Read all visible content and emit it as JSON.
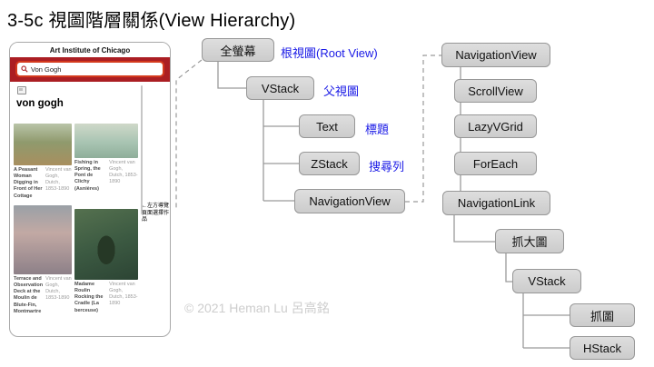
{
  "slide": {
    "title": "3-5c 視圖階層關係(View Hierarchy)",
    "watermark": "© 2021 Heman Lu 呂高銘"
  },
  "phone": {
    "app_title": "Art Institute of Chicago",
    "search": {
      "value": "Von Gogh",
      "icon": "magnifier-icon"
    },
    "heading": "von gogh",
    "annotation": "←左方導覽頁面選擇作品",
    "artworks": [
      {
        "title": "A Peasant Woman Digging in Front of Her Cottage",
        "artist": "Vincent van Gogh, Dutch, 1853-1890"
      },
      {
        "title": "Fishing in Spring, the Pont de Clichy (Asnières)",
        "artist": "Vincent van Gogh, Dutch, 1853-1890"
      },
      {
        "title": "Terrace and Observation Deck at the Moulin de Blute-Fin, Montmartre",
        "artist": "Vincent van Gogh, Dutch, 1853-1890"
      },
      {
        "title": "Madame Roulin Rocking the Cradle (La berceuse)",
        "artist": "Vincent van Gogh, Dutch, 1853-1890"
      }
    ]
  },
  "main_tree": {
    "nodes": [
      {
        "label": "全螢幕",
        "note": "根視圖(Root View)"
      },
      {
        "label": "VStack",
        "note": "父視圖"
      },
      {
        "label": "Text",
        "note": "標題"
      },
      {
        "label": "ZStack",
        "note": "搜尋列"
      },
      {
        "label": "NavigationView",
        "note": ""
      }
    ]
  },
  "nav_tree": {
    "nodes": [
      {
        "label": "NavigationView"
      },
      {
        "label": "ScrollView"
      },
      {
        "label": "LazyVGrid"
      },
      {
        "label": "ForEach"
      },
      {
        "label": "NavigationLink"
      },
      {
        "label": "抓大圖"
      },
      {
        "label": "VStack"
      },
      {
        "label": "抓圖"
      },
      {
        "label": "HStack"
      }
    ]
  },
  "colors": {
    "brand_red": "#ab1e23",
    "highlight_red": "#d43a1e",
    "note_blue": "#1a1ae6",
    "box_fill": "#d8d8d8",
    "box_border": "#979797"
  }
}
